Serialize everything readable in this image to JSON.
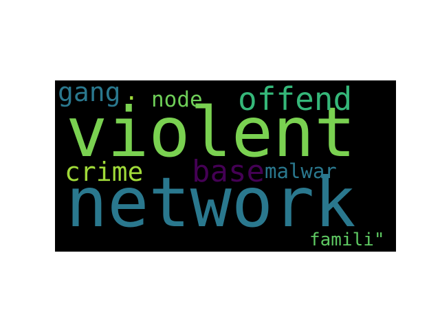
{
  "word_cloud": {
    "background": "#000000",
    "words": [
      {
        "id": "violent",
        "text": "violent",
        "color": "#7ad151"
      },
      {
        "id": "network",
        "text": "network",
        "color": "#2a788e"
      },
      {
        "id": "offend",
        "text": "offend",
        "color": "#35b779"
      },
      {
        "id": "crime",
        "text": "crime",
        "color": "#a0da39"
      },
      {
        "id": "base",
        "text": "base",
        "color": "#440154"
      },
      {
        "id": "malwar",
        "text": "malwar",
        "color": "#2a788e"
      },
      {
        "id": "gang",
        "text": "gang",
        "color": "#2a788e"
      },
      {
        "id": "node",
        "text": "node",
        "color": "#6ece58"
      },
      {
        "id": "famili",
        "text": "famili\"",
        "color": "#5ec962"
      },
      {
        "id": "dot",
        "text": ".",
        "color": "#9fda3a"
      }
    ]
  }
}
